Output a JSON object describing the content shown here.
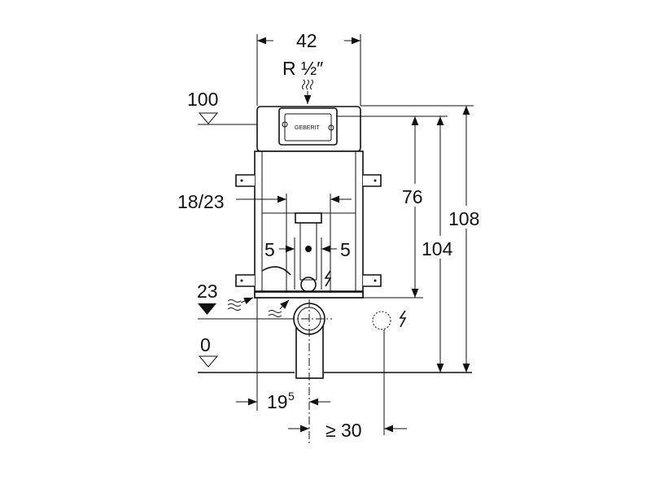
{
  "title": "Installation frame dimension drawing",
  "dimensions": {
    "width_top": "42",
    "water_connection": "R ½″",
    "level_top": "100",
    "level_drain": "23",
    "level_floor": "0",
    "flush_spacing": "18/23",
    "offset_left": "5",
    "offset_right": "5",
    "height_76": "76",
    "height_104": "104",
    "height_108": "108",
    "drain_offset": "19",
    "drain_offset_sup": "5",
    "min_distance": "≥ 30"
  },
  "logo_text": "GEBERIT",
  "icons": [
    "water-supply-icon",
    "electric-icon",
    "electric-box-icon"
  ]
}
